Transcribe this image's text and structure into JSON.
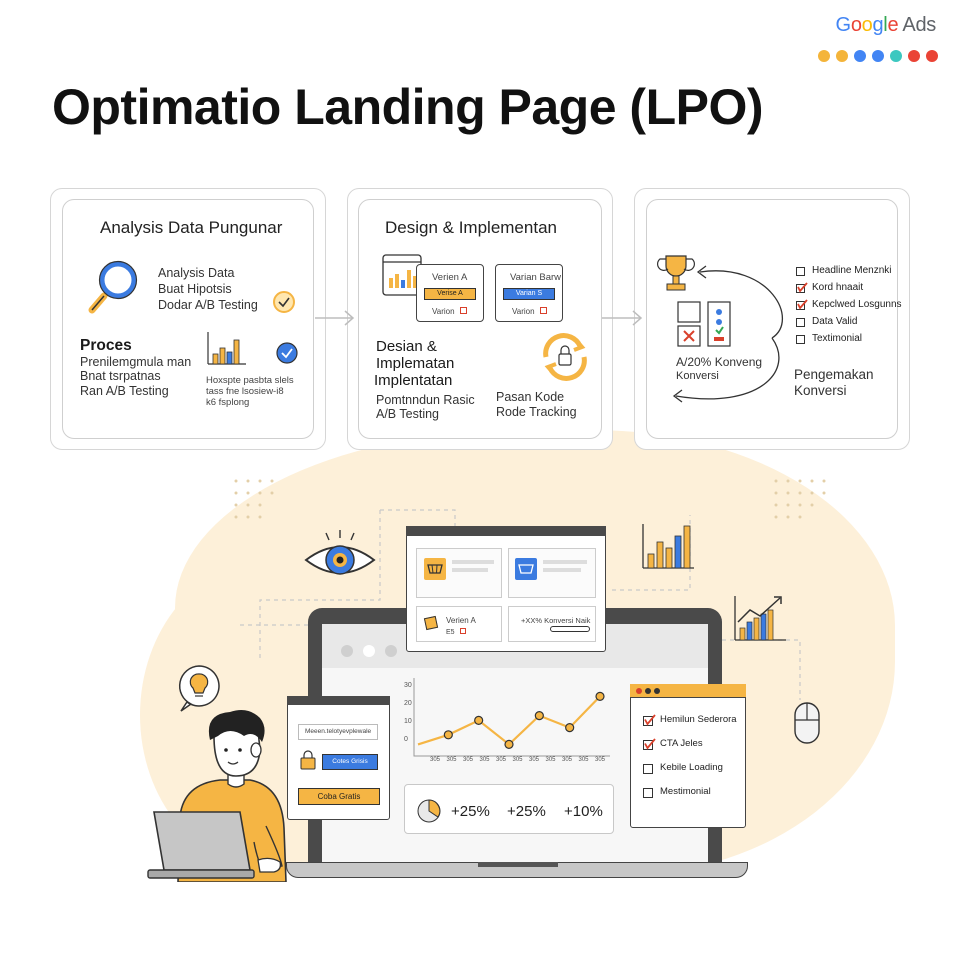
{
  "brand": {
    "logo_text": "Google Ads",
    "dot_colors": [
      "#F4B43A",
      "#F4B43A",
      "#4285F4",
      "#4285F4",
      "#3CC8C0",
      "#EA4335",
      "#EA4335"
    ]
  },
  "title": "Optimatio Landing Page (LPO)",
  "colors": {
    "accent_orange": "#F5B544",
    "accent_blue": "#3B7BE0",
    "blob": "#FDF0D9",
    "check_red": "#D9402B"
  },
  "step1": {
    "title": "Analysis Data Pungunar",
    "items": [
      "Analysis Data",
      "Buat Hipotsis",
      "Dodar A/B Testing"
    ],
    "process_title": "Proces",
    "process_items": [
      "Prenilemgmula man",
      "Bnat tsrpatnas",
      "Ran A/B Testing"
    ],
    "notes": [
      "Hoxspte pasbta slels",
      "tass fne lsosiew-i8",
      "k6 fsplong"
    ],
    "icons": [
      "magnifier-icon",
      "check-circle-icon",
      "bar-chart-icon",
      "check-circle-icon"
    ]
  },
  "step2": {
    "title": "Design & Implementan",
    "variant_a": {
      "title": "Verien A",
      "button": "Verise A",
      "label": "Varion"
    },
    "variant_b": {
      "title": "Varian Barw",
      "button": "Varian S",
      "label": "Varion"
    },
    "heading": [
      "Desian &",
      "Implematan",
      "Implentatan"
    ],
    "sub": [
      "Pomtnndun Rasic",
      "A/B Testing"
    ],
    "tracking": [
      "Pasan Kode",
      "Rode Tracking"
    ],
    "icons": [
      "browser-chart-icon",
      "sync-lock-icon"
    ]
  },
  "step3": {
    "conversion": [
      "A/20% Konveng",
      "Konversi"
    ],
    "result": [
      "Pengemakan",
      "Konversi"
    ],
    "checklist": [
      {
        "label": "Headline Menznki",
        "checked": false
      },
      {
        "label": "Kord hnaait",
        "checked": true
      },
      {
        "label": "Kepclwed Losgunns",
        "checked": true
      },
      {
        "label": "Data Valid",
        "checked": false
      },
      {
        "label": "Textimonial",
        "checked": false
      }
    ],
    "icons": [
      "trophy-icon",
      "ab-cards-icon"
    ]
  },
  "illustration": {
    "popup": {
      "variant": "Verien A",
      "variant_sub": "E5",
      "kpi": "+XX% Konversi Naik"
    },
    "form": {
      "placeholder": "Meeen.telotyevplewale",
      "button": "Cotes Grisis",
      "cta": "Coba Gratis"
    },
    "chart": {
      "yticks": [
        "30",
        "20",
        "10",
        "0"
      ],
      "xticks": [
        "305",
        "305",
        "305",
        "305",
        "305",
        "305",
        "305",
        "305",
        "305",
        "305",
        "305"
      ]
    },
    "stats": [
      "+25%",
      "+25%",
      "+10%"
    ],
    "checklist": [
      {
        "label": "Hemilun Sederora",
        "checked": true
      },
      {
        "label": "CTA Jeles",
        "checked": true
      },
      {
        "label": "Kebile Loading",
        "checked": false
      },
      {
        "label": "Mestimonial",
        "checked": false
      }
    ],
    "icons": [
      "eye-icon",
      "lightbulb-icon",
      "mouse-icon",
      "laptop-icon",
      "person-icon"
    ]
  },
  "chart_data": {
    "type": "line",
    "x": [
      1,
      2,
      3,
      4,
      5,
      6,
      7
    ],
    "series": [
      {
        "values": [
          4,
          8,
          14,
          4,
          16,
          11,
          24
        ]
      }
    ],
    "ylim": [
      0,
      30
    ],
    "grid": false
  }
}
